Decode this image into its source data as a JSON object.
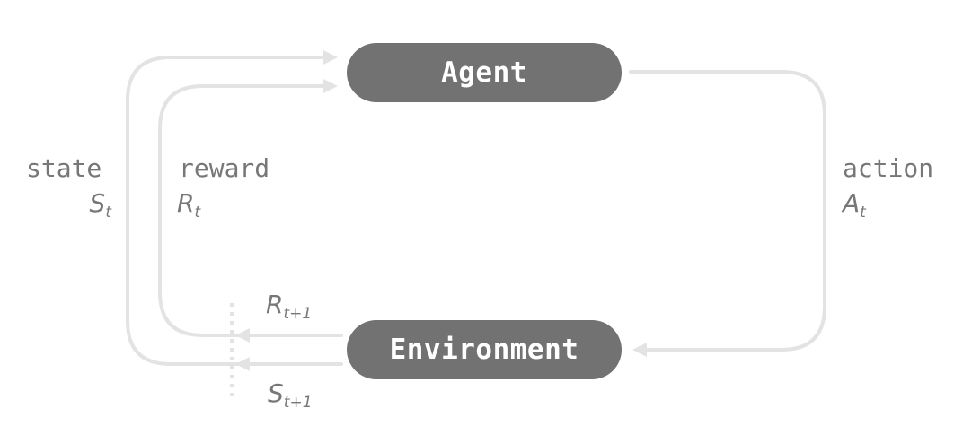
{
  "nodes": {
    "agent": "Agent",
    "environment": "Environment"
  },
  "labels": {
    "state": "state",
    "state_symbol": "S",
    "state_subscript": "t",
    "reward": "reward",
    "reward_symbol": "R",
    "reward_subscript": "t",
    "action": "action",
    "action_symbol": "A",
    "action_subscript": "t",
    "next_reward_symbol": "R",
    "next_reward_subscript": "t+1",
    "next_state_symbol": "S",
    "next_state_subscript": "t+1"
  },
  "colors": {
    "node_fill": "#727272",
    "node_text": "#ffffff",
    "label_text": "#777777",
    "connector": "#e3e3e3"
  }
}
